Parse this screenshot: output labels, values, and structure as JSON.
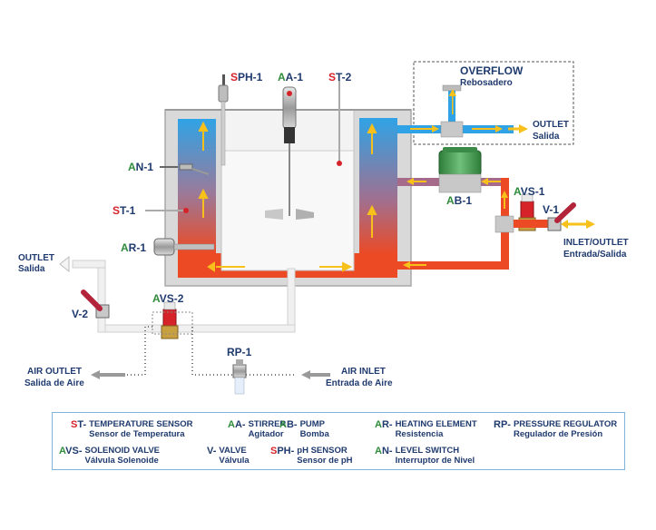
{
  "tags": {
    "sph1": {
      "first": "S",
      "rest": "PH-1"
    },
    "aa1": {
      "first": "A",
      "rest": "A-1"
    },
    "st2": {
      "first": "S",
      "rest": "T-2"
    },
    "an1": {
      "first": "A",
      "rest": "N-1"
    },
    "st1": {
      "first": "S",
      "rest": "T-1"
    },
    "ar1": {
      "first": "A",
      "rest": "R-1"
    },
    "ab1": {
      "first": "A",
      "rest": "B-1"
    },
    "avs1": {
      "first": "A",
      "rest": "VS-1"
    },
    "avs2": {
      "first": "A",
      "rest": "VS-2"
    },
    "v1": "V-1",
    "v2": "V-2",
    "rp1": "RP-1"
  },
  "labels": {
    "overflow_en": "OVERFLOW",
    "overflow_es": "Rebosadero",
    "outlet_right_en": "OUTLET",
    "outlet_right_es": "Salida",
    "outlet_left_en": "OUTLET",
    "outlet_left_es": "Salida",
    "inlet_outlet_en": "INLET/OUTLET",
    "inlet_outlet_es": "Entrada/Salida",
    "air_outlet_en": "AIR OUTLET",
    "air_outlet_es": "Salida de Aire",
    "air_inlet_en": "AIR INLET",
    "air_inlet_es": "Entrada de Aire"
  },
  "legend": [
    {
      "code_first": "S",
      "code_rest": "T-",
      "first_color": "red",
      "en": "TEMPERATURE SENSOR",
      "es": "Sensor de Temperatura"
    },
    {
      "code_first": "A",
      "code_rest": "A-",
      "first_color": "green",
      "en": "STIRRER",
      "es": "Agitador"
    },
    {
      "code_first": "A",
      "code_rest": "B-",
      "first_color": "green",
      "en": "PUMP",
      "es": "Bomba"
    },
    {
      "code_first": "A",
      "code_rest": "R-",
      "first_color": "green",
      "en": "HEATING ELEMENT",
      "es": "Resistencia"
    },
    {
      "code_first": "",
      "code_rest": "RP-",
      "first_color": "none",
      "en": "PRESSURE REGULATOR",
      "es": "Regulador de Presión"
    },
    {
      "code_first": "A",
      "code_rest": "VS-",
      "first_color": "green",
      "en": "SOLENOID VALVE",
      "es": "Válvula Solenoide"
    },
    {
      "code_first": "",
      "code_rest": "V-",
      "first_color": "none",
      "en": "VALVE",
      "es": "Válvula"
    },
    {
      "code_first": "S",
      "code_rest": "PH-",
      "first_color": "red",
      "en": "pH SENSOR",
      "es": "Sensor de pH"
    },
    {
      "code_first": "A",
      "code_rest": "N-",
      "first_color": "green",
      "en": "LEVEL SWITCH",
      "es": "Interruptor de Nivel"
    }
  ],
  "colors": {
    "red": "#d6232a",
    "green": "#2e8b3a",
    "navy": "#1f3a6e",
    "water_top": "#3aa3e3",
    "water_hot": "#e8472a",
    "arrow": "#f7c01a"
  }
}
